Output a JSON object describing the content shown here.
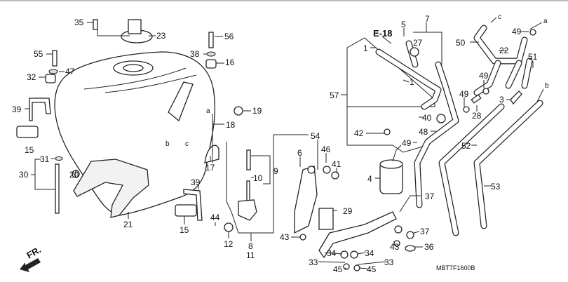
{
  "diagram": {
    "title_code": "MBT7F1600B",
    "front_indicator": "FR.",
    "reference": "E-18",
    "labels": [
      "35",
      "23",
      "56",
      "55",
      "38",
      "16",
      "47",
      "32",
      "39",
      "19",
      "18",
      "a",
      "b",
      "c",
      "15",
      "31",
      "30",
      "20",
      "17",
      "9",
      "10",
      "39",
      "21",
      "15",
      "44",
      "12",
      "8",
      "11",
      "5",
      "7",
      "27",
      "1",
      "1",
      "57",
      "40",
      "42",
      "48",
      "49",
      "54",
      "6",
      "46",
      "41",
      "4",
      "29",
      "43",
      "43",
      "37",
      "37",
      "36",
      "34",
      "34",
      "33",
      "33",
      "45",
      "45",
      "52",
      "53",
      "50",
      "22",
      "49",
      "a",
      "c",
      "51",
      "49",
      "49",
      "28",
      "3",
      "b"
    ]
  }
}
